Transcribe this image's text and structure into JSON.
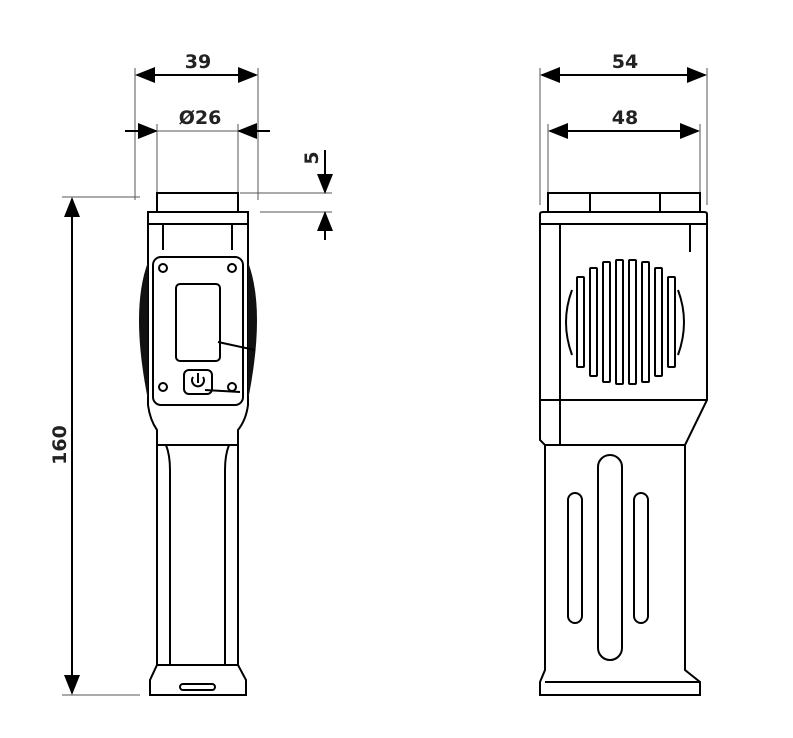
{
  "dimensions": {
    "front_width": "39",
    "front_diameter": "Ø26",
    "cap_height": "5",
    "total_height": "160",
    "side_width": "54",
    "side_inner_width": "48"
  },
  "colors": {
    "line": "#000000",
    "background": "#ffffff"
  }
}
